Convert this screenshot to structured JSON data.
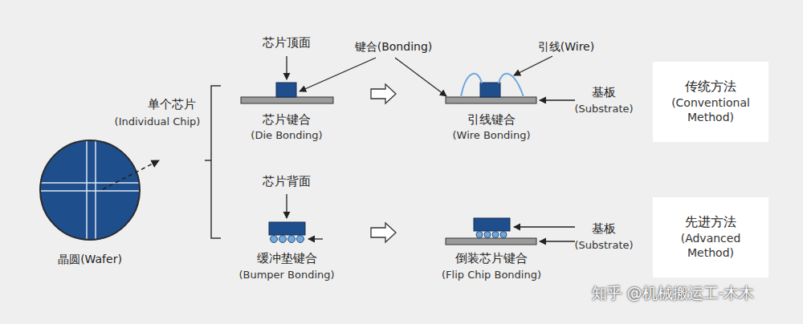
{
  "diagram": {
    "nodes": [
      {
        "text": [
          "传统方法",
          "(Conventional Method)"
        ]
      },
      {
        "text": [
          "先进方法",
          "(Advanced Method)"
        ]
      }
    ],
    "labels": [
      "芯片顶面",
      "键合(Bonding)",
      "引线(Wire)",
      "单个芯片",
      "(Individual Chip)",
      "芯片键合",
      "(Die Bonding)",
      "引线键合",
      "(Wire Bonding)",
      "基板",
      "(Substrate)",
      "芯片背面",
      "缓冲垫键合",
      "(Bumper Bonding)",
      "倒装芯片键合",
      "(Flip Chip Bonding)",
      "基板",
      "(Substrate)",
      "晶圆(Wafer)",
      "知乎 @机械搬运工-木木"
    ]
  }
}
